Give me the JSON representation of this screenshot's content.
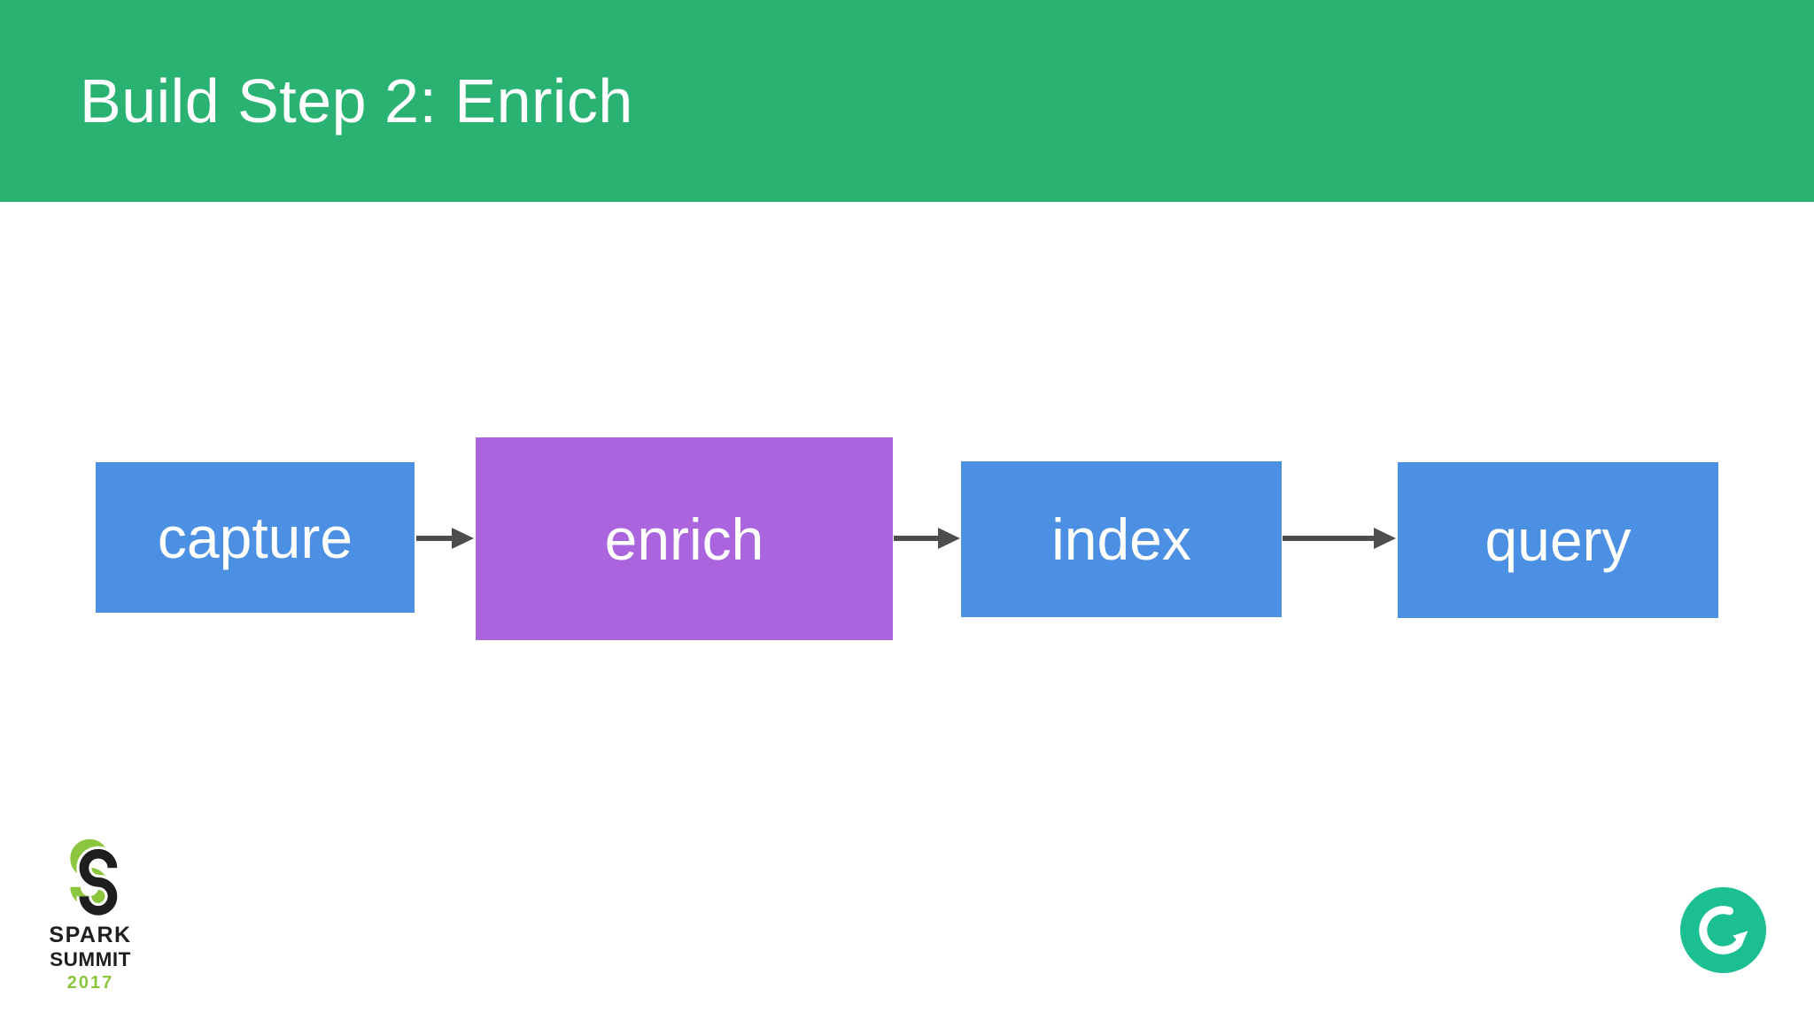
{
  "slide": {
    "title": "Build Step 2: Enrich"
  },
  "pipeline": {
    "steps": [
      {
        "id": "capture",
        "label": "capture",
        "highlighted": false,
        "color": "#4B90E2"
      },
      {
        "id": "enrich",
        "label": "enrich",
        "highlighted": true,
        "color": "#A964DE"
      },
      {
        "id": "index",
        "label": "index",
        "highlighted": false,
        "color": "#4B90E2"
      },
      {
        "id": "query",
        "label": "query",
        "highlighted": false,
        "color": "#4B90E2"
      }
    ],
    "connections": [
      {
        "from": "capture",
        "to": "enrich"
      },
      {
        "from": "enrich",
        "to": "index"
      },
      {
        "from": "index",
        "to": "query"
      }
    ]
  },
  "footer": {
    "spark_logo": {
      "line1": "SPARK",
      "line2": "SUMMIT",
      "year": "2017"
    },
    "grammarly_logo": "grammarly-g-icon"
  },
  "colors": {
    "header_green": "#2AB273",
    "box_blue": "#4B90E2",
    "box_purple": "#A964DE",
    "arrow_gray": "#4D4D4D",
    "spark_green": "#8CC63F",
    "spark_black": "#1E1E1E",
    "grammarly_green": "#1CBF92",
    "text_white": "#FFFFFF"
  }
}
